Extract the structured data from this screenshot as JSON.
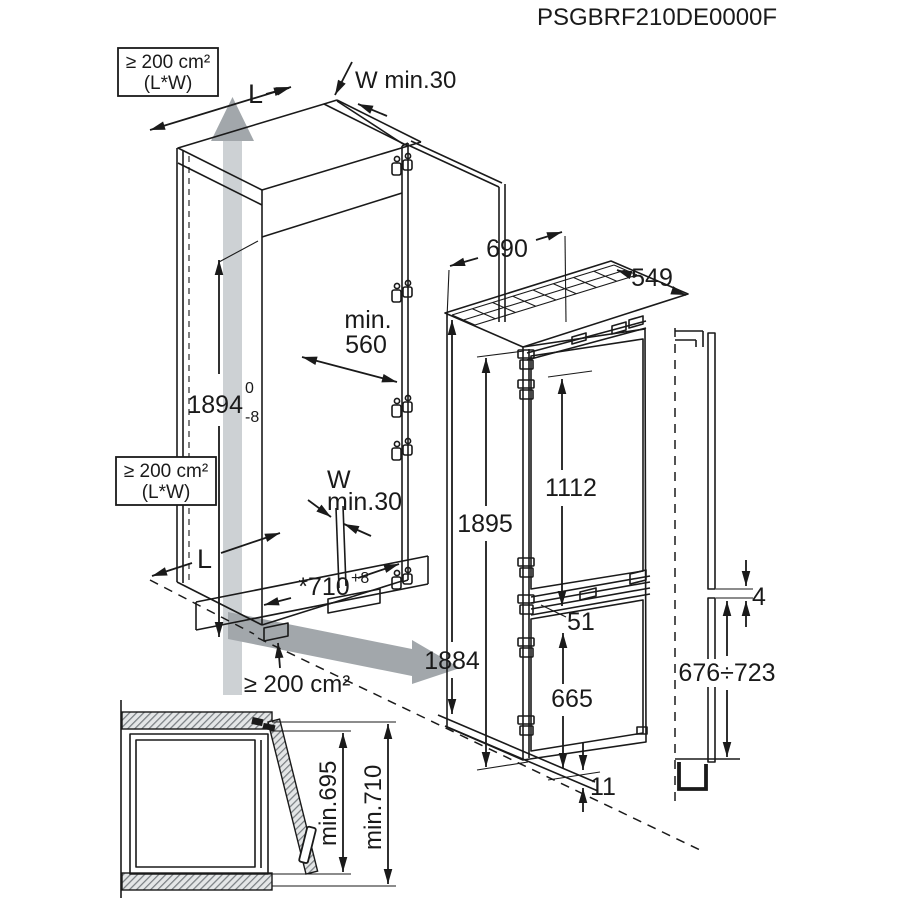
{
  "title": "PSGBRF210DE0000F",
  "cabinet": {
    "vent_top_line1": "≥ 200 cm²",
    "vent_top_line2": "(L*W)",
    "vent_mid_line1": "≥ 200 cm²",
    "vent_mid_line2": "(L*W)",
    "vent_bottom": "≥ 200 cm²",
    "length_top": "L",
    "length_bottom": "L",
    "clearance_top": "W min.30",
    "clearance_mid_line1": "W",
    "clearance_mid_line2": "min.30",
    "niche_height": "1894",
    "niche_height_tol_upper": "0",
    "niche_height_tol_lower": "-8",
    "niche_depth_line1": "min.",
    "niche_depth_line2": "560",
    "niche_width": "*710",
    "niche_width_tol": "+8"
  },
  "appliance": {
    "top_width": "690",
    "top_depth": "549",
    "height_rear": "1884",
    "height": "1895",
    "upper_door_height": "1112",
    "door_gap": "51",
    "lower_door_height": "665",
    "bottom_clearance": "11"
  },
  "door_panels": {
    "gap": "4",
    "lower_panel_height": "676÷723"
  },
  "plan_view": {
    "depth_door_open": "min.695",
    "depth_total": "min.710"
  },
  "colors": {
    "line": "#1a1a1a",
    "arrow_shaft": "#cdd1d4",
    "arrow_head": "#a2a7ab",
    "hatch": "#7a7f83"
  }
}
